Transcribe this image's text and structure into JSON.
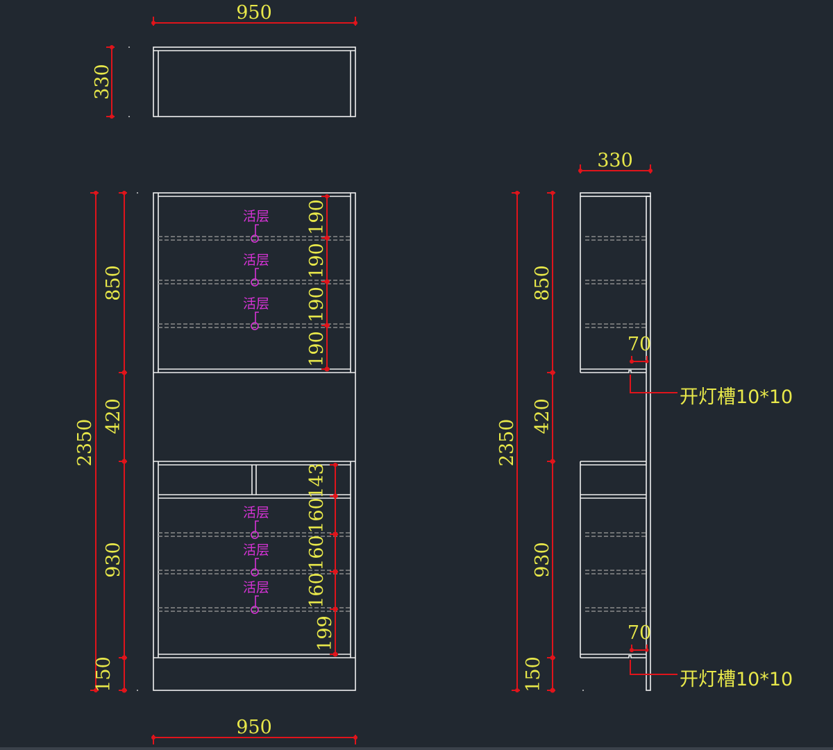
{
  "drawing": {
    "colors": {
      "background": "#212830",
      "outline": "#f0f0f0",
      "dimension": "#e0141b",
      "dimension_text": "#e8e84a",
      "shelf_label": "#d633d6",
      "hidden_line": "#8c8c8c"
    },
    "plan_view": {
      "width_label": "950",
      "depth_label": "330"
    },
    "front_view": {
      "total_height_label": "2350",
      "segments": [
        "850",
        "420",
        "930",
        "150"
      ],
      "bottom_width_label": "950",
      "upper_shelf_spacing": [
        "190",
        "190",
        "190",
        "190"
      ],
      "lower_shelf_spacing": [
        "143",
        "160",
        "160",
        "160",
        "199"
      ],
      "shelf_labels": [
        "活层",
        "活层",
        "活层",
        "活层",
        "活层",
        "活层"
      ]
    },
    "side_view": {
      "depth_label": "330",
      "total_height_label": "2350",
      "segments": [
        "850",
        "420",
        "930",
        "150"
      ],
      "groove_offsets": [
        "70",
        "70"
      ],
      "groove_notes": [
        "开灯槽10*10",
        "开灯槽10*10"
      ]
    }
  }
}
